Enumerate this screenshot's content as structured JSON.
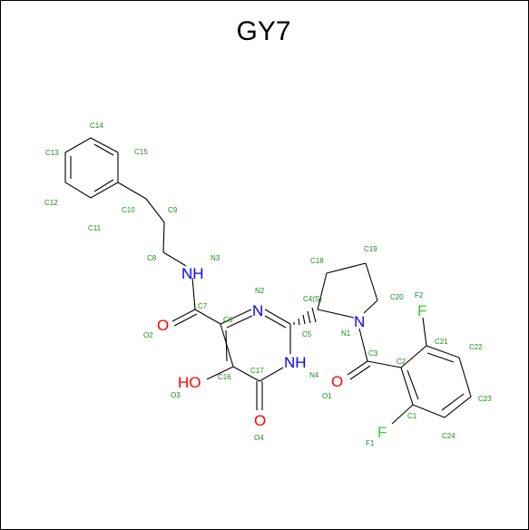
{
  "title": "GY7",
  "colors": {
    "carbon": "#1a8a1a",
    "nitrogen": "#0000ff",
    "oxygen": "#ff0000",
    "fluorine": "#33cc33",
    "bond": "#000000"
  },
  "atoms": [
    {
      "id": "C14",
      "label": "C14"
    },
    {
      "id": "C13",
      "label": "C13"
    },
    {
      "id": "C15",
      "label": "C15"
    },
    {
      "id": "C12",
      "label": "C12"
    },
    {
      "id": "C10",
      "label": "C10"
    },
    {
      "id": "C11",
      "label": "C11"
    },
    {
      "id": "C9",
      "label": "C9"
    },
    {
      "id": "C8",
      "label": "C8"
    },
    {
      "id": "N3",
      "label": "N3"
    },
    {
      "id": "NH3",
      "label": "NH"
    },
    {
      "id": "C7",
      "label": "C7"
    },
    {
      "id": "N2",
      "label": "N2"
    },
    {
      "id": "N2a",
      "label": "N"
    },
    {
      "id": "C6",
      "label": "C6"
    },
    {
      "id": "C5",
      "label": "C5"
    },
    {
      "id": "C4",
      "label": "C4(S)"
    },
    {
      "id": "C18",
      "label": "C18"
    },
    {
      "id": "C19",
      "label": "C19"
    },
    {
      "id": "C20",
      "label": "C20"
    },
    {
      "id": "N1",
      "label": "N1"
    },
    {
      "id": "N1a",
      "label": "N"
    },
    {
      "id": "F2",
      "label": "F2"
    },
    {
      "id": "F2a",
      "label": "F"
    },
    {
      "id": "C21",
      "label": "C21"
    },
    {
      "id": "C22",
      "label": "C22"
    },
    {
      "id": "O2",
      "label": "O2"
    },
    {
      "id": "O2a",
      "label": "O"
    },
    {
      "id": "C3",
      "label": "C3"
    },
    {
      "id": "C2",
      "label": "C2"
    },
    {
      "id": "C16",
      "label": "C16"
    },
    {
      "id": "C17",
      "label": "C17"
    },
    {
      "id": "NH4",
      "label": "NH"
    },
    {
      "id": "N4",
      "label": "N4"
    },
    {
      "id": "O3",
      "label": "O3"
    },
    {
      "id": "HO3",
      "label": "HO"
    },
    {
      "id": "O1",
      "label": "O1"
    },
    {
      "id": "O1a",
      "label": "O"
    },
    {
      "id": "C23",
      "label": "C23"
    },
    {
      "id": "C1",
      "label": "C1"
    },
    {
      "id": "O4a",
      "label": "O"
    },
    {
      "id": "O4",
      "label": "O4"
    },
    {
      "id": "F1",
      "label": "F1"
    },
    {
      "id": "F1a",
      "label": "F"
    },
    {
      "id": "C24",
      "label": "C24"
    }
  ]
}
